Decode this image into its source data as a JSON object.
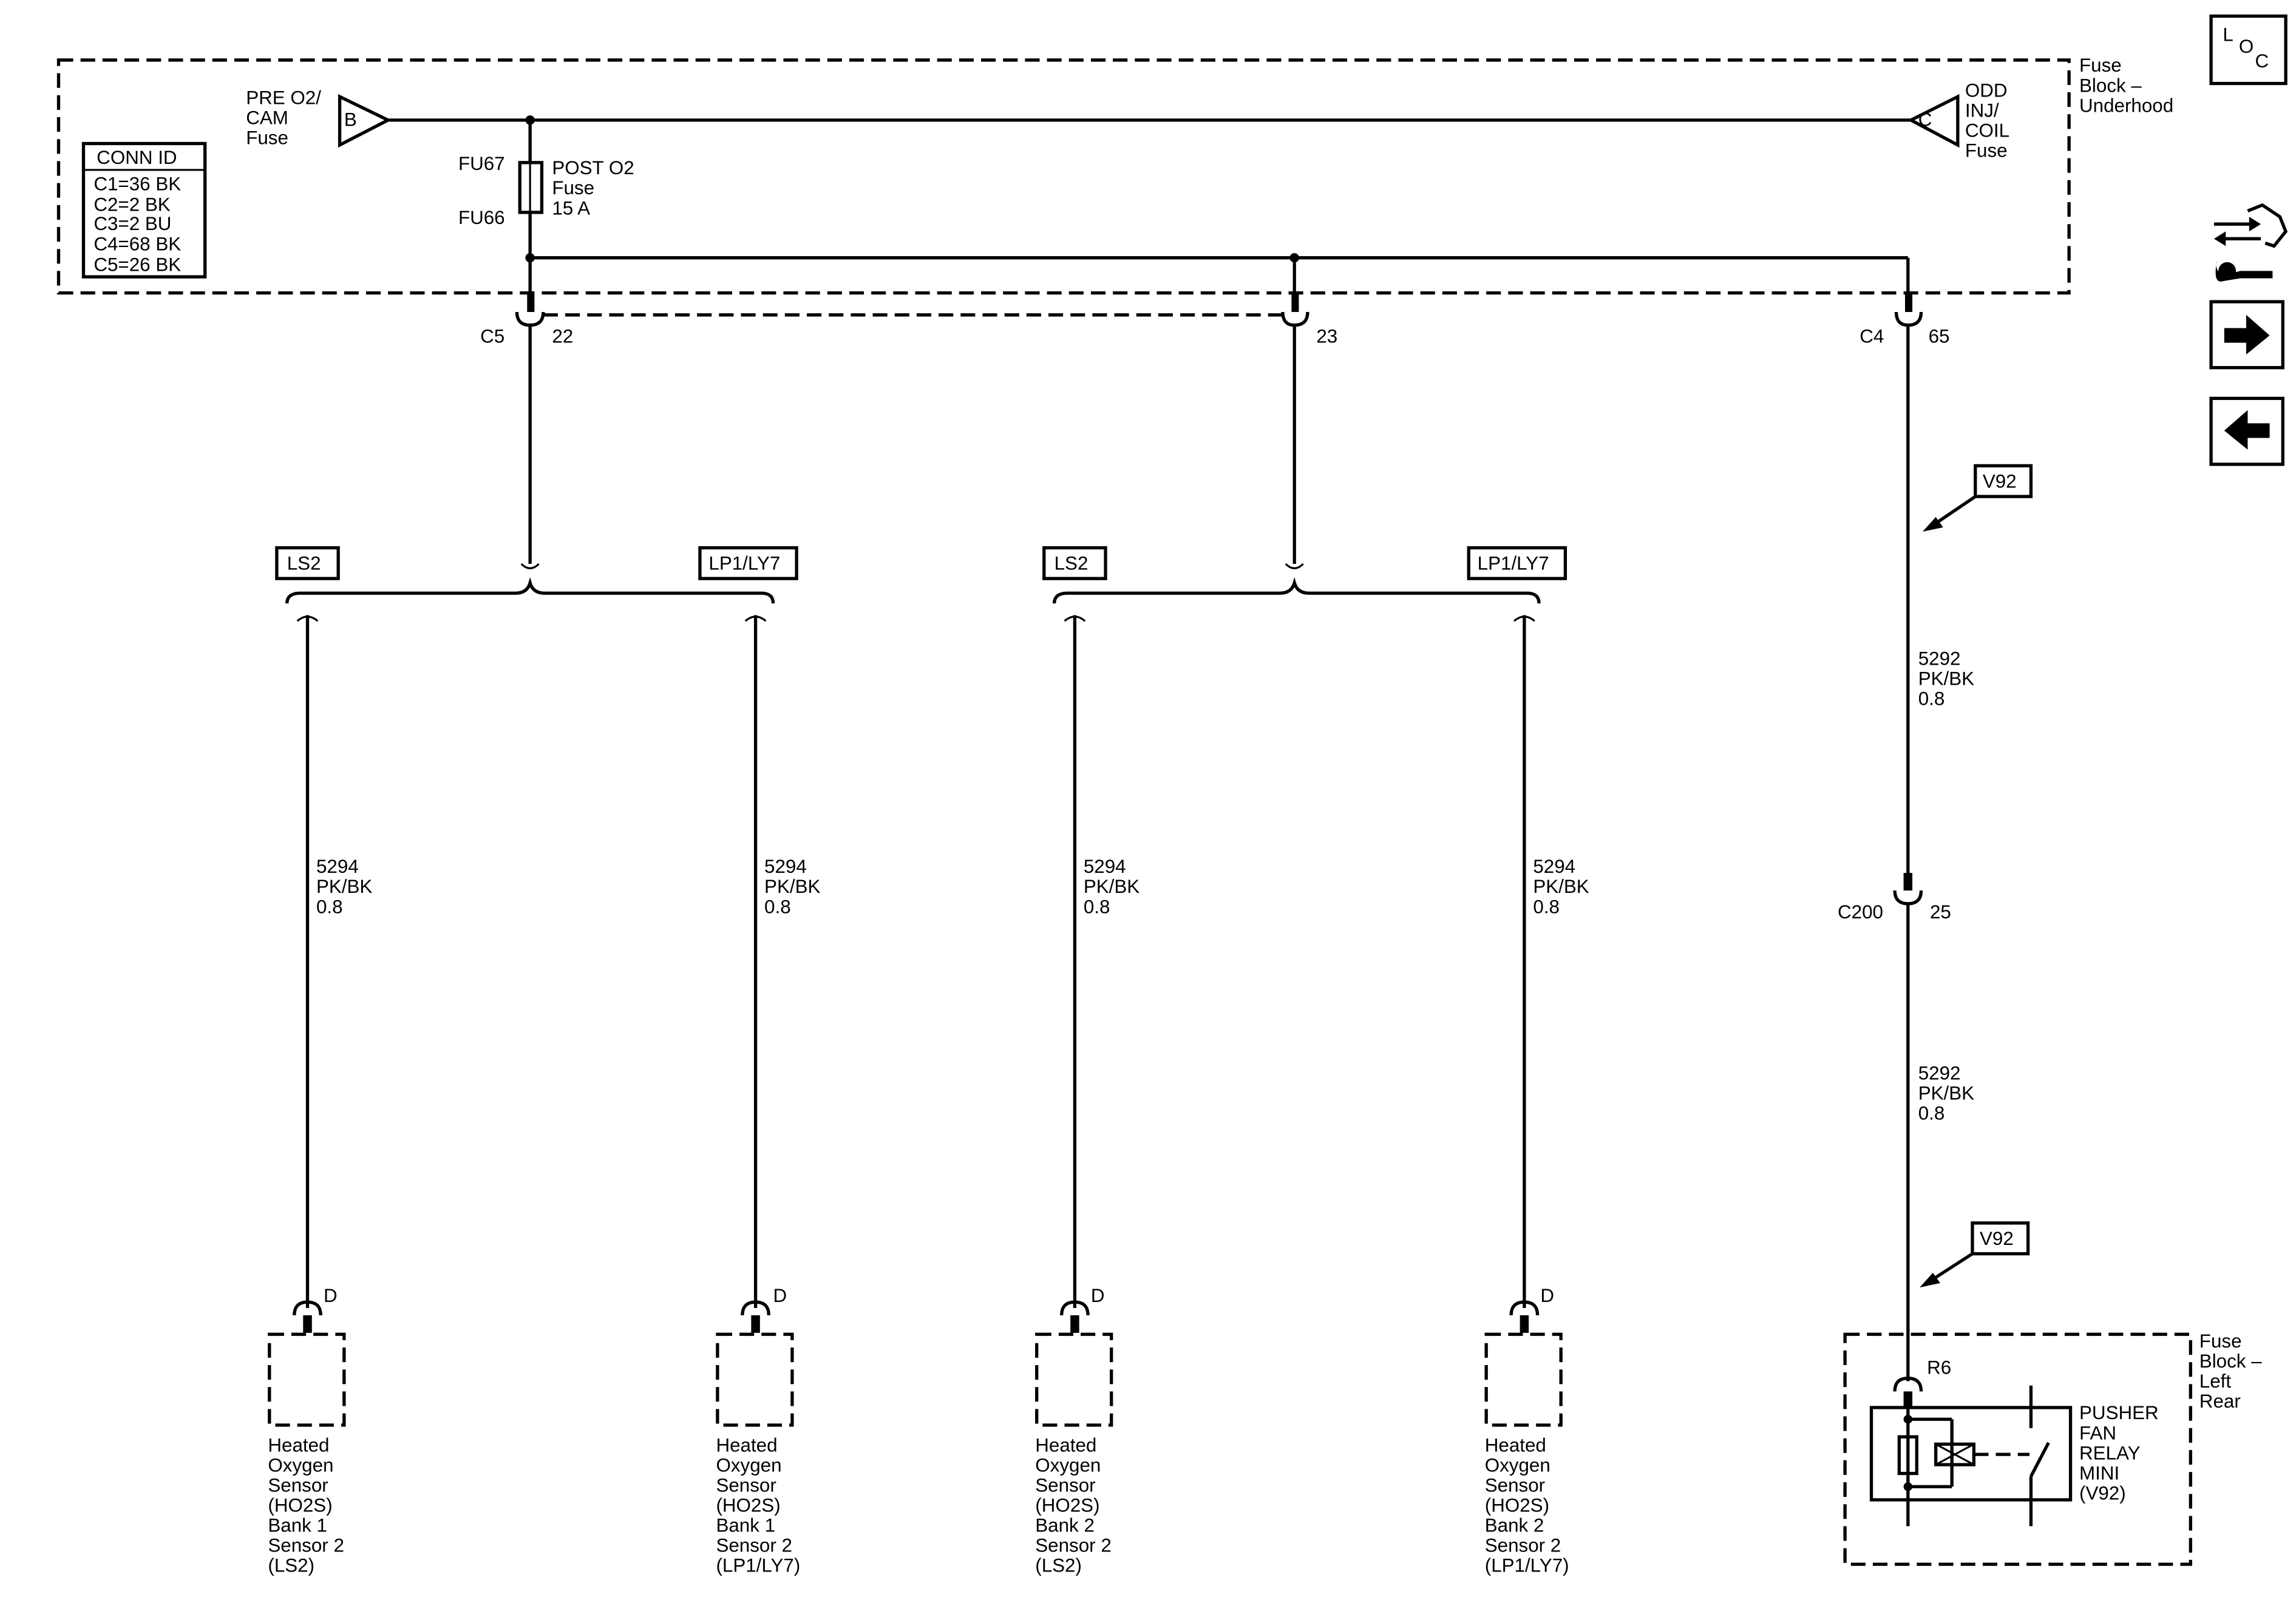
{
  "modules": {
    "underhood_fuse_block": "Fuse\nBlock –\nUnderhood",
    "left_rear_fuse_block": "Fuse\nBlock –\nLeft\nRear"
  },
  "connectors": {
    "pre_o2_cam_fuse": {
      "pin": "B",
      "label": "PRE O2/\nCAM\nFuse"
    },
    "odd_inj_coil_fuse": {
      "pin": "C",
      "label": "ODD\nINJ/\nCOIL\nFuse"
    }
  },
  "conn_id_table": {
    "header": "CONN ID",
    "rows": [
      "C1=36 BK",
      "C2=2 BK",
      "C3=2 BU",
      "C4=68 BK",
      "C5=26 BK"
    ]
  },
  "fuse": {
    "top_terminal": "FU67",
    "bottom_terminal": "FU66",
    "label": "POST O2\nFuse\n15 A"
  },
  "junctions": {
    "c5_connector": "C5",
    "c5_pin_22": "22",
    "c5_pin_23": "23",
    "c4_connector": "C4",
    "c4_pin": "65",
    "c200_connector": "C200",
    "c200_pin": "25",
    "relay_pin": "R6"
  },
  "option_tags": {
    "ls2_left": "LS2",
    "lp1_ly7_left": "LP1/LY7",
    "ls2_right": "LS2",
    "lp1_ly7_right": "LP1/LY7",
    "v92_top": "V92",
    "v92_bottom": "V92"
  },
  "wires": {
    "sensor_circuit": "5294\nPK/BK\n0.8",
    "relay_circuit": "5292\nPK/BK\n0.8"
  },
  "sensors": [
    {
      "pin": "D",
      "label": "Heated\nOxygen\nSensor\n(HO2S)\nBank 1\nSensor 2\n(LS2)"
    },
    {
      "pin": "D",
      "label": "Heated\nOxygen\nSensor\n(HO2S)\nBank 1\nSensor 2\n(LP1/LY7)"
    },
    {
      "pin": "D",
      "label": "Heated\nOxygen\nSensor\n(HO2S)\nBank 2\nSensor 2\n(LS2)"
    },
    {
      "pin": "D",
      "label": "Heated\nOxygen\nSensor\n(HO2S)\nBank 2\nSensor 2\n(LP1/LY7)"
    }
  ],
  "relay": {
    "label": "PUSHER\nFAN\nRELAY\nMINI\n(V92)"
  },
  "nav": {
    "loc_button": {
      "l": "L",
      "o": "O",
      "c": "C"
    },
    "icons": [
      "component-locator-icon",
      "harness-routing-icon",
      "next-arrow-icon",
      "previous-arrow-icon"
    ]
  }
}
